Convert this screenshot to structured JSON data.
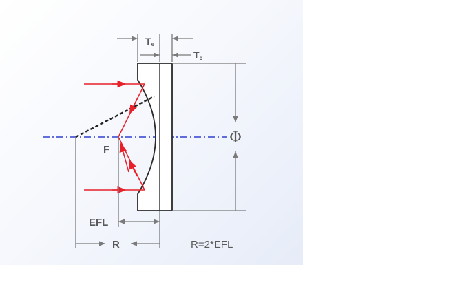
{
  "diagram": {
    "labels": {
      "te_main": "T",
      "te_sub": "e",
      "tc_main": "T",
      "tc_sub": "c",
      "diameter": "Φ",
      "focal_point": "F",
      "efl": "EFL",
      "radius": "R",
      "formula": "R=2*EFL"
    },
    "colors": {
      "rays": "#e8202a",
      "optical_axis": "#2f3fd0",
      "lens_outline": "#2a2a2a",
      "dimension_lines": "#7a7a7a",
      "background_start": "#ffffff",
      "background_end": "#e6ecf8"
    }
  }
}
